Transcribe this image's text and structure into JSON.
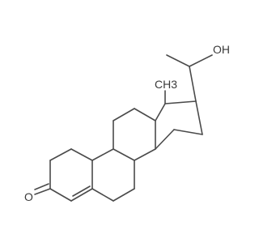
{
  "molecule": {
    "labels": {
      "hydroxyl": "OH",
      "methyl": "CH3",
      "ketone_oxygen": "O"
    }
  }
}
